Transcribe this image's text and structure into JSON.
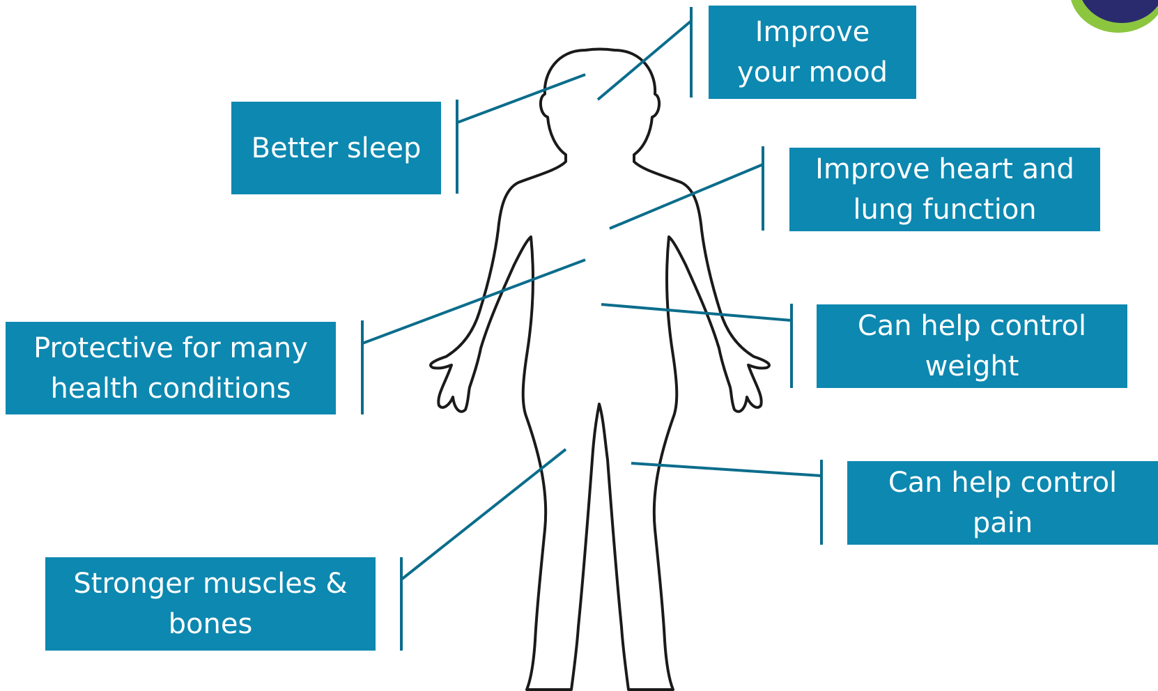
{
  "labels": {
    "mood": {
      "line1": "Improve",
      "line2": "your mood"
    },
    "sleep": {
      "text": "Better sleep"
    },
    "heart": {
      "line1": "Improve heart and",
      "line2": "lung function"
    },
    "protective": {
      "line1": "Protective for many",
      "line2": "health conditions"
    },
    "weight": {
      "line1": "Can help control",
      "line2": "weight"
    },
    "pain": {
      "line1": "Can help control",
      "line2": "pain"
    },
    "muscles": {
      "line1": "Stronger muscles &",
      "line2": "bones"
    }
  },
  "colors": {
    "box_fill": "#0d88b0",
    "leader_line": "#0b6d8c",
    "body_outline": "#1a1a1a",
    "logo_ring": "#8cc63f",
    "logo_fill": "#2a2a6e"
  }
}
